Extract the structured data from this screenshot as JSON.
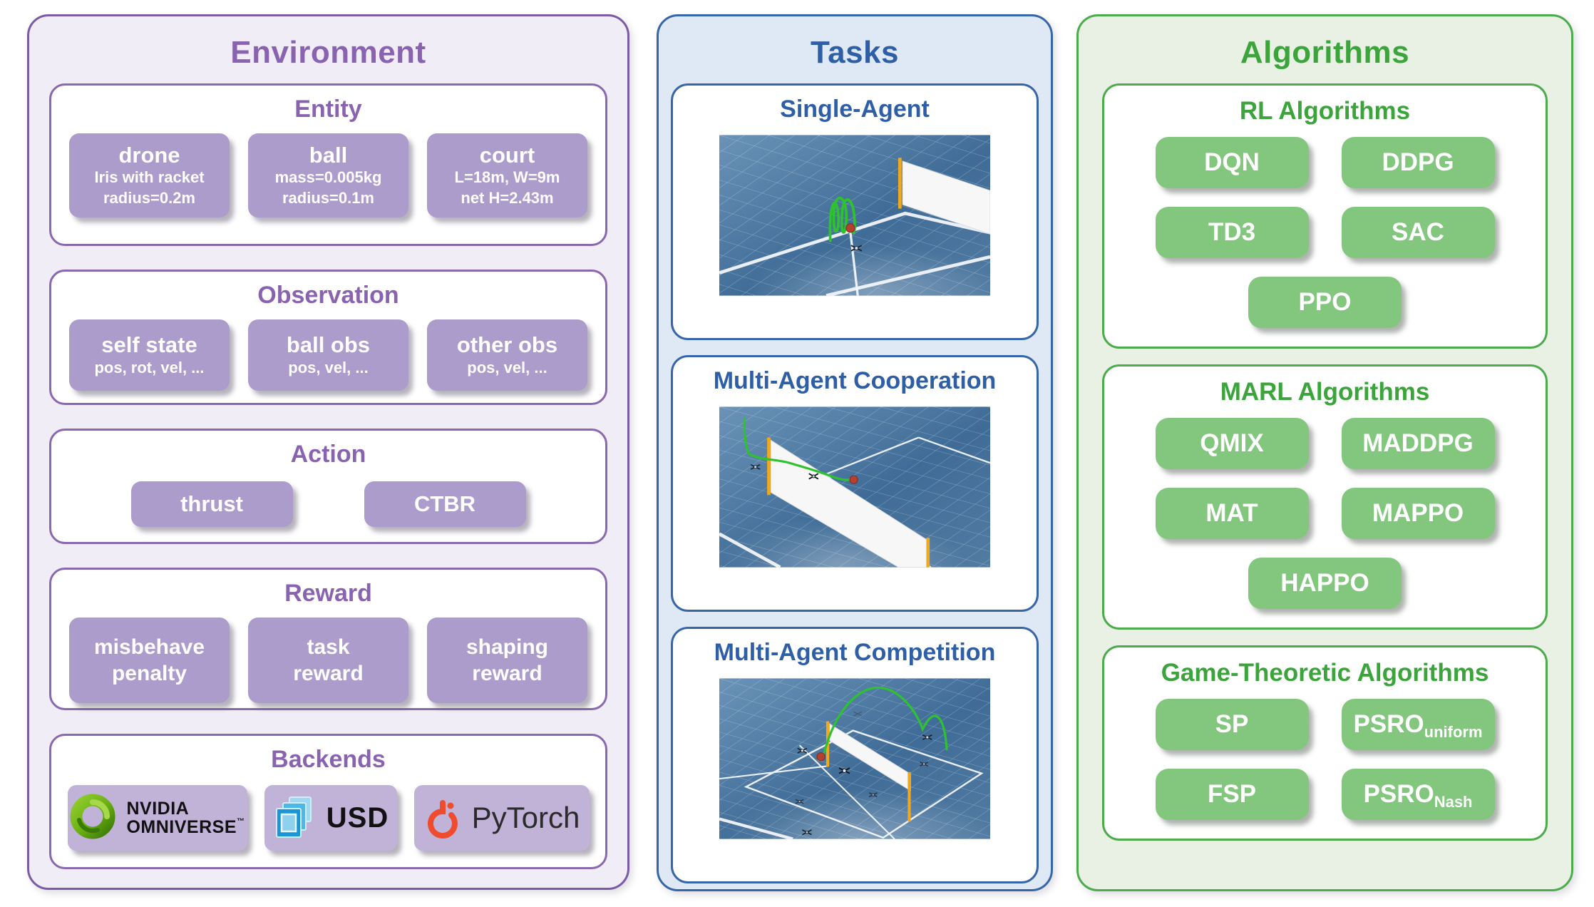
{
  "colors": {
    "purple_border": "#7b5aa6",
    "purple_heading": "#8a63b0",
    "purple_chip": "#ac9ccb",
    "purple_chip_light": "#c1b2d8",
    "purple_panel_bg": "#f1edf7",
    "blue_border": "#3766a8",
    "blue_heading": "#2e5ea6",
    "blue_panel_bg": "#dfe9f5",
    "green_border": "#4cac4c",
    "green_heading": "#3ba53b",
    "green_chip": "#83c67e",
    "green_panel_bg": "#e8f1e4",
    "trajectory_green": "#2ec22e",
    "ball_red": "#b5402f",
    "net_post_yellow": "#f0a81c",
    "nvidia_green": "#76b900",
    "usd_blue": "#2da7e0",
    "pytorch_orange": "#ee4c2c"
  },
  "environment": {
    "title": "Environment",
    "entity": {
      "title": "Entity",
      "chips": [
        {
          "title": "drone",
          "line1": "Iris with racket",
          "line2": "radius=0.2m"
        },
        {
          "title": "ball",
          "line1": "mass=0.005kg",
          "line2": "radius=0.1m"
        },
        {
          "title": "court",
          "line1": "L=18m, W=9m",
          "line2": "net H=2.43m"
        }
      ]
    },
    "observation": {
      "title": "Observation",
      "chips": [
        {
          "title": "self state",
          "line1": "pos, rot, vel, ..."
        },
        {
          "title": "ball obs",
          "line1": "pos, vel, ..."
        },
        {
          "title": "other obs",
          "line1": "pos, vel, ..."
        }
      ]
    },
    "action": {
      "title": "Action",
      "chips": [
        {
          "title": "thrust"
        },
        {
          "title": "CTBR"
        }
      ]
    },
    "reward": {
      "title": "Reward",
      "chips": [
        {
          "line1": "misbehave",
          "line2": "penalty"
        },
        {
          "line1": "task",
          "line2": "reward"
        },
        {
          "line1": "shaping",
          "line2": "reward"
        }
      ]
    },
    "backends": {
      "title": "Backends",
      "nvidia": {
        "brand_line1": "NVIDIA",
        "brand_line2": "OMNIVERSE",
        "tm": "™"
      },
      "usd": {
        "label": "USD"
      },
      "pytorch": {
        "label": "PyTorch"
      }
    }
  },
  "tasks": {
    "title": "Tasks",
    "cards": [
      {
        "label": "Single-Agent"
      },
      {
        "label": "Multi-Agent Cooperation"
      },
      {
        "label": "Multi-Agent Competition"
      }
    ]
  },
  "algorithms": {
    "title": "Algorithms",
    "rl": {
      "title": "RL Algorithms",
      "chips": [
        "DQN",
        "DDPG",
        "TD3",
        "SAC",
        "PPO"
      ]
    },
    "marl": {
      "title": "MARL Algorithms",
      "chips": [
        "QMIX",
        "MADDPG",
        "MAT",
        "MAPPO",
        "HAPPO"
      ]
    },
    "game": {
      "title": "Game-Theoretic Algorithms",
      "chips": [
        {
          "label": "SP",
          "sub": ""
        },
        {
          "label": "PSRO",
          "sub": "uniform"
        },
        {
          "label": "FSP",
          "sub": ""
        },
        {
          "label": "PSRO",
          "sub": "Nash"
        }
      ]
    }
  }
}
